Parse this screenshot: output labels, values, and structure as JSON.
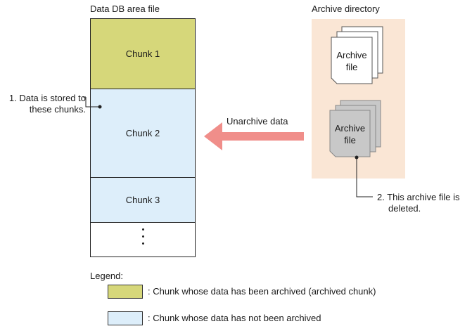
{
  "db": {
    "title": "Data DB area file",
    "chunks": [
      {
        "label": "Chunk 1",
        "state": "archived"
      },
      {
        "label": "Chunk 2",
        "state": "not-archived"
      },
      {
        "label": "Chunk 3",
        "state": "not-archived"
      }
    ]
  },
  "archive": {
    "title": "Archive directory",
    "file_top_label": [
      "Archive",
      "file"
    ],
    "file_bottom_label": [
      "Archive",
      "file"
    ]
  },
  "arrow": {
    "label": "Unarchive data",
    "color": "#f08e8a"
  },
  "notes": {
    "note1": [
      "1. Data is stored to",
      "these chunks."
    ],
    "note2": [
      "2. This archive file is",
      "deleted."
    ]
  },
  "legend": {
    "title": "Legend:",
    "archived": ": Chunk whose data has been archived (archived chunk)",
    "not_archived": ": Chunk whose data has not been archived"
  },
  "colors": {
    "archived_chunk": "#d6d77a",
    "not_archived_chunk": "#ddeefa",
    "archive_dir_bg": "#fae6d5",
    "deleted_file": "#c8c8c8"
  }
}
